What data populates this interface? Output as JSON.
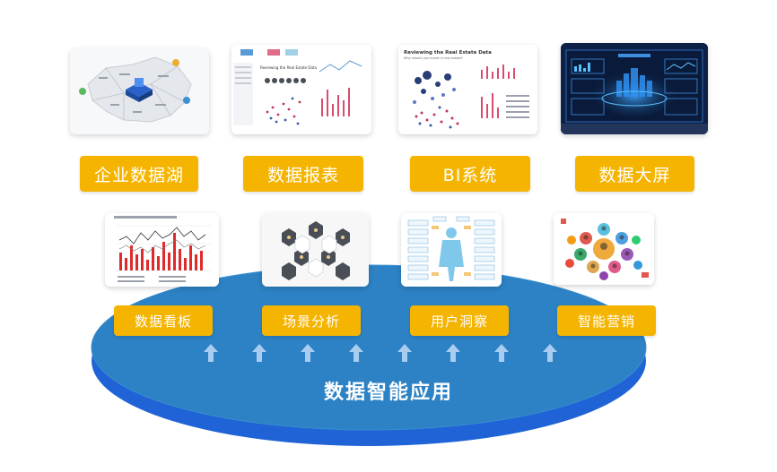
{
  "top_row": [
    {
      "label": "企业数据湖",
      "thumb_icon": "china-map-thumbnail"
    },
    {
      "label": "数据报表",
      "thumb_icon": "dashboard-report-thumbnail"
    },
    {
      "label": "BI系统",
      "thumb_icon": "bi-scatter-thumbnail"
    },
    {
      "label": "数据大屏",
      "thumb_icon": "big-screen-thumbnail"
    }
  ],
  "thumbnails_text": {
    "report_title": "Reviewing the Real Estate Data",
    "bi_title": "Reviewing the Real Estate Data",
    "bi_subtitle": "Why should you invest in real estate?"
  },
  "bottom_row": [
    {
      "label": "数据看板",
      "thumb_icon": "kanban-chart-thumbnail"
    },
    {
      "label": "场景分析",
      "thumb_icon": "hexagon-scene-thumbnail"
    },
    {
      "label": "用户洞察",
      "thumb_icon": "user-persona-thumbnail"
    },
    {
      "label": "智能营销",
      "thumb_icon": "people-avatars-thumbnail"
    }
  ],
  "platform": {
    "title": "数据智能应用",
    "arrow_count": 8,
    "colors": {
      "top": "#2a7fc1",
      "bottom": "#1f6fe0",
      "rim": "#2b5fb0",
      "arrow": "#a9cdf0"
    }
  },
  "colors": {
    "label_bg": "#f5b400",
    "label_text": "#ffffff"
  }
}
